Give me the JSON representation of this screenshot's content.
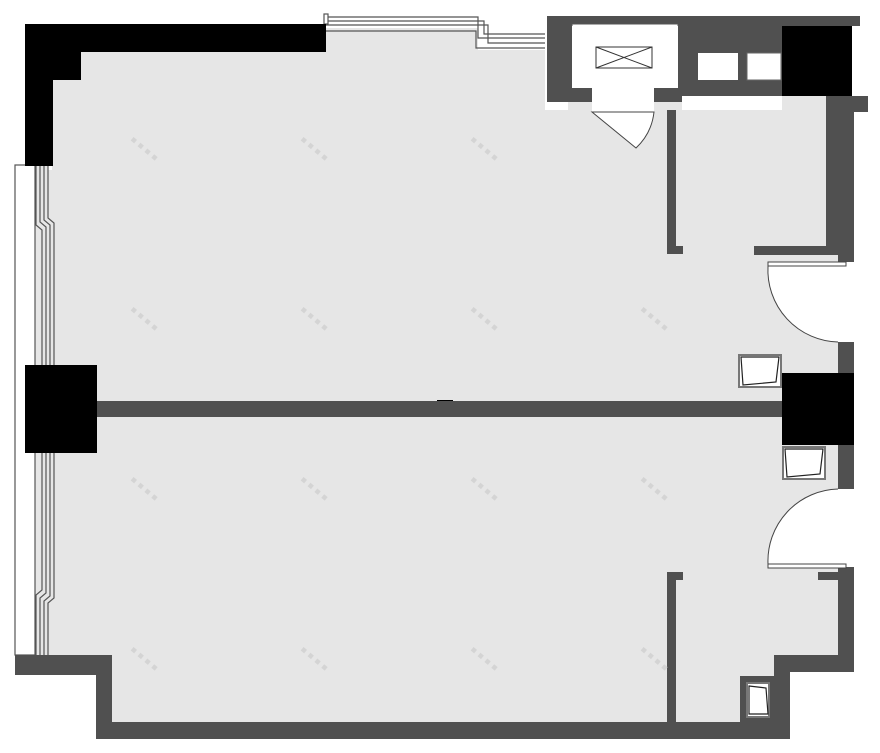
{
  "diagram": {
    "type": "floor-plan",
    "colors": {
      "floor": "#e6e6e6",
      "wall": "#505050",
      "column": "#000000",
      "window_line": "#555555",
      "background": "#ffffff",
      "door_line": "#444444"
    },
    "rooms": [
      {
        "name": "upper-main-room"
      },
      {
        "name": "lower-main-room"
      },
      {
        "name": "upper-right-room"
      },
      {
        "name": "lower-right-room"
      },
      {
        "name": "elevator-shaft"
      }
    ],
    "doors": [
      {
        "name": "elevator-door"
      },
      {
        "name": "upper-entry-door"
      },
      {
        "name": "lower-entry-door"
      }
    ],
    "fixtures": [
      {
        "name": "elevator-box"
      },
      {
        "name": "duct-upper-right"
      },
      {
        "name": "duct-lower-right"
      },
      {
        "name": "duct-bottom"
      }
    ]
  }
}
